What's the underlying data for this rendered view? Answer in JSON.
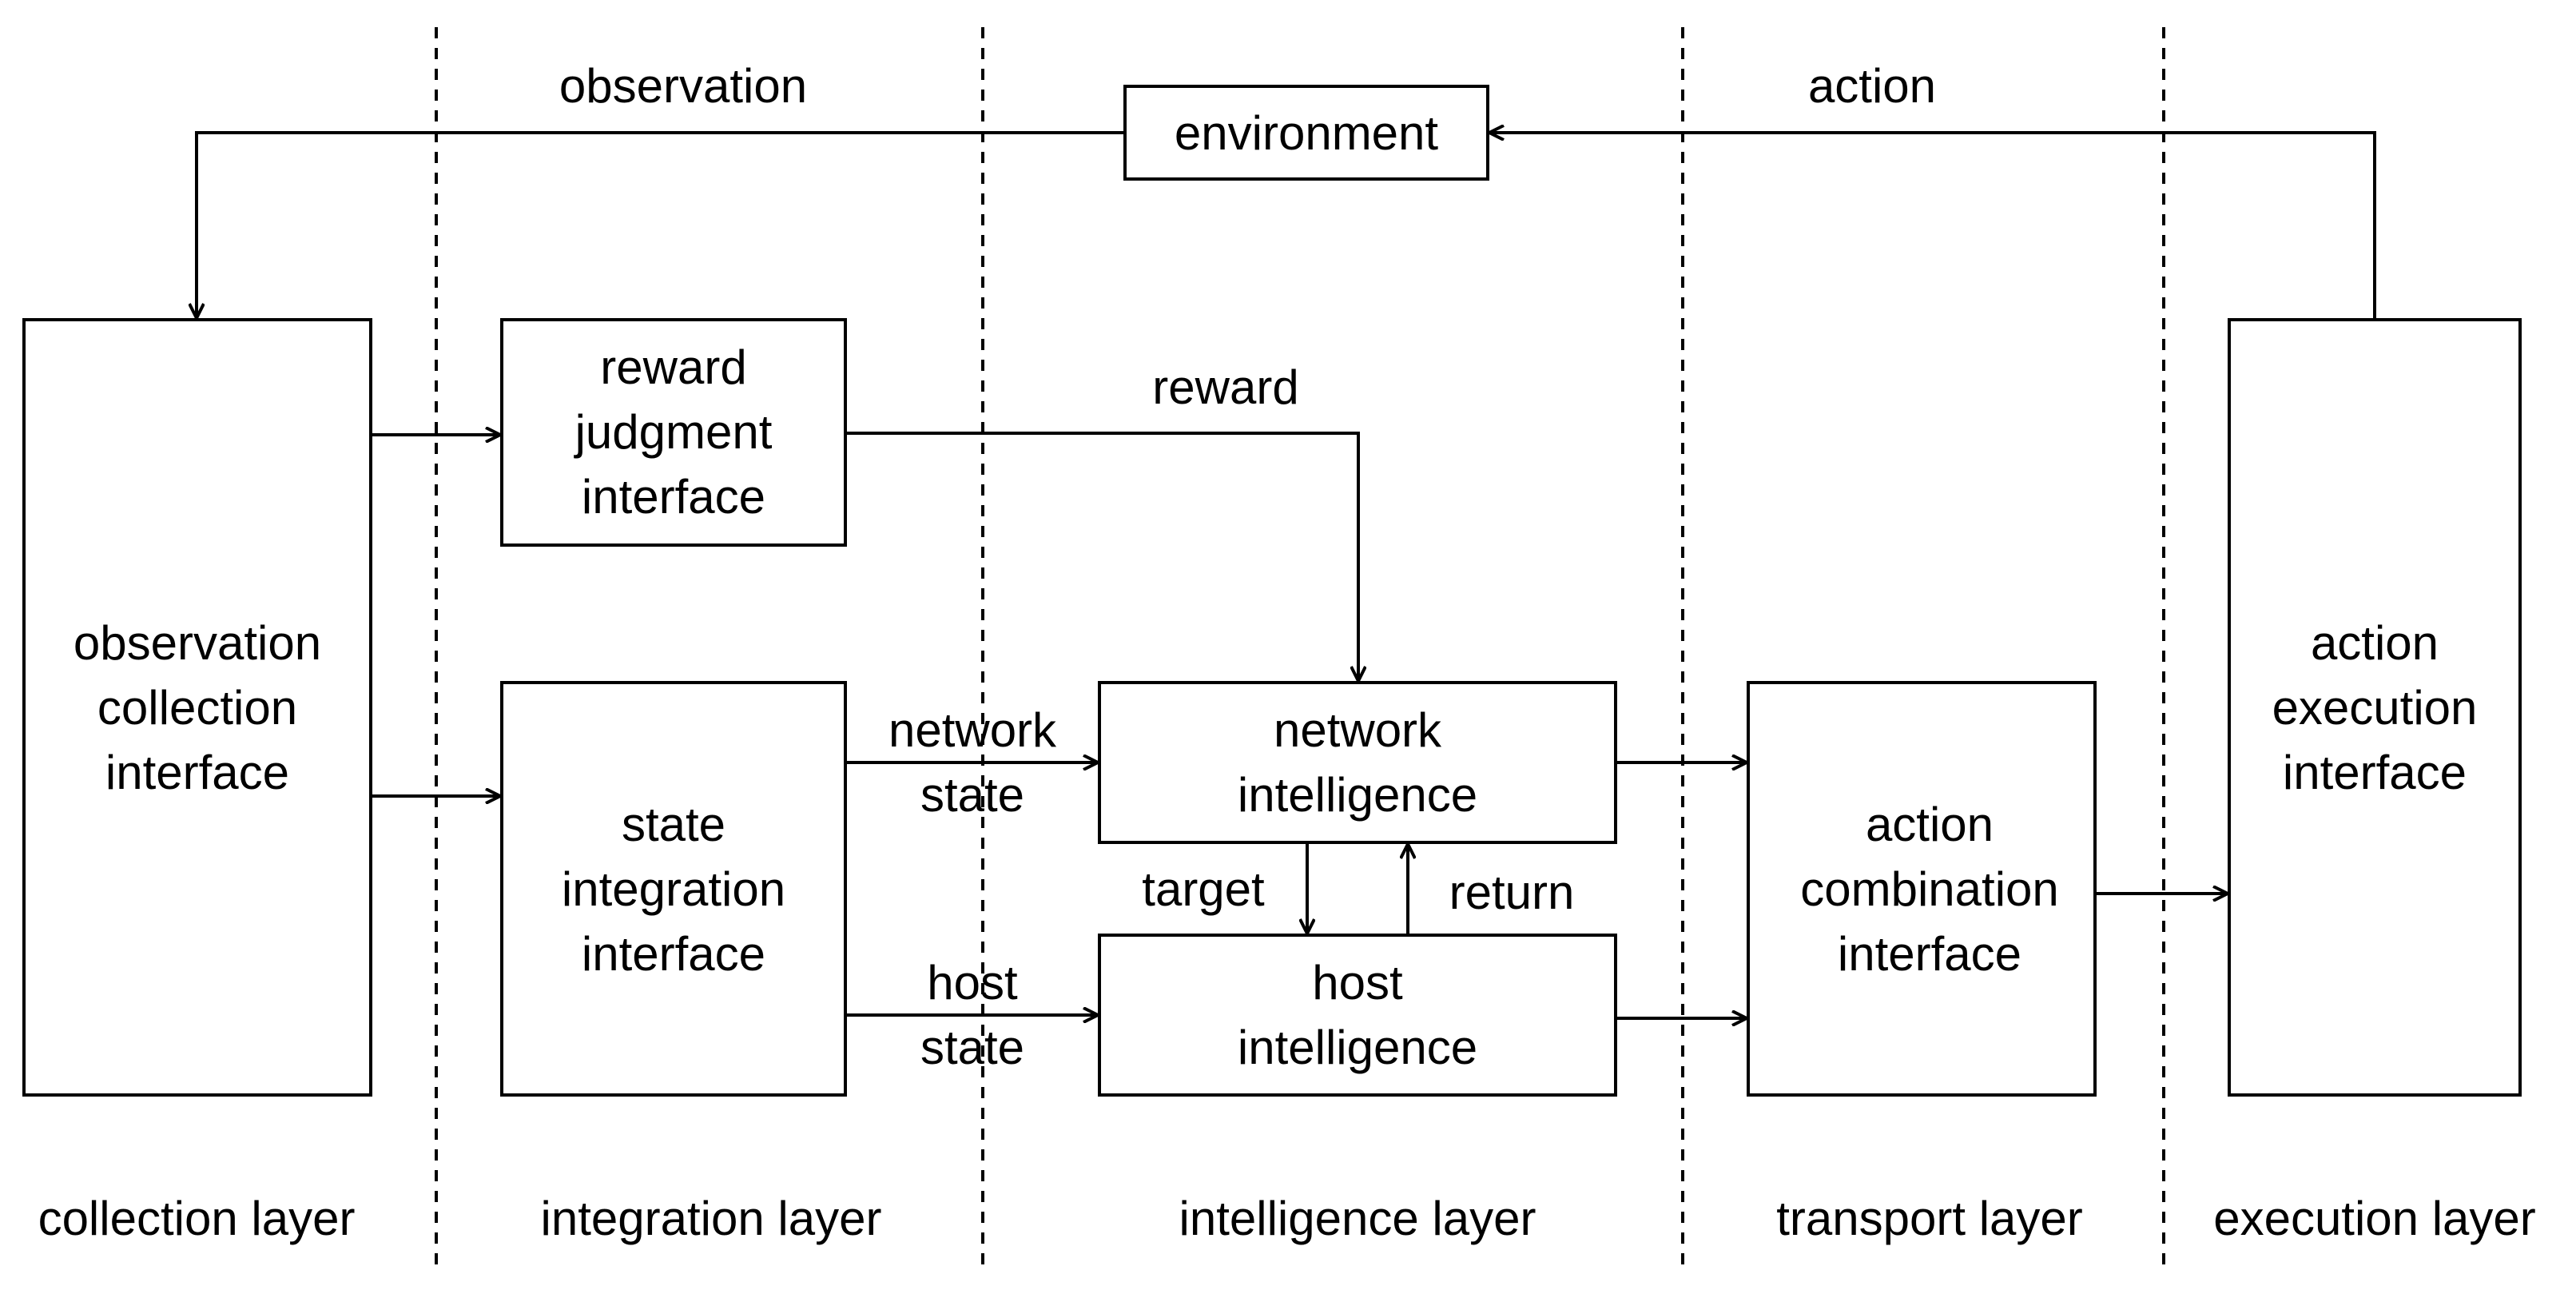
{
  "boxes": {
    "environment": "environment",
    "observation_collection": [
      "observation",
      "collection",
      "interface"
    ],
    "reward_judgment": [
      "reward",
      "judgment",
      "interface"
    ],
    "state_integration": [
      "state",
      "integration",
      "interface"
    ],
    "network_intelligence": [
      "network",
      "intelligence"
    ],
    "host_intelligence": [
      "host",
      "intelligence"
    ],
    "action_combination": [
      "action",
      "combination",
      "interface"
    ],
    "action_execution": [
      "action",
      "execution",
      "interface"
    ]
  },
  "edge_labels": {
    "observation": "observation",
    "action": "action",
    "reward": "reward",
    "network_state": [
      "network",
      "state"
    ],
    "host_state": [
      "host",
      "state"
    ],
    "target": "target",
    "return": "return"
  },
  "layers": [
    "collection layer",
    "integration layer",
    "intelligence layer",
    "transport layer",
    "execution layer"
  ]
}
